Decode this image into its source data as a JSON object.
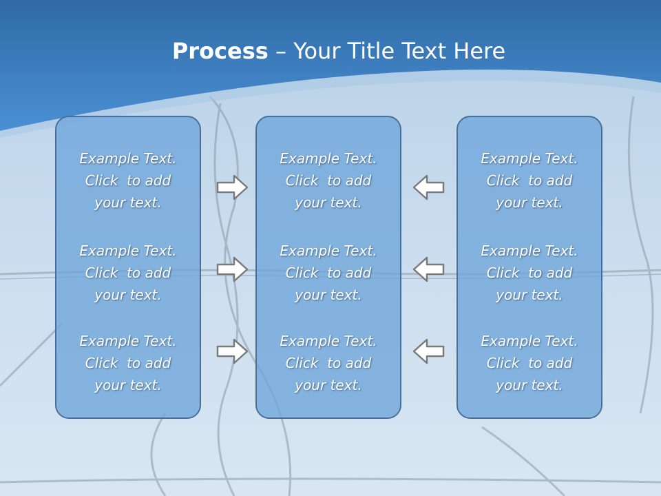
{
  "slide": {
    "title_bold": "Process",
    "title_rest": " – Your Title Text Here"
  },
  "panels": [
    {
      "blocks": [
        "Example Text.\nClick  to add\nyour text.",
        "Example Text.\nClick  to add\nyour text.",
        "Example Text.\nClick  to add\nyour text."
      ]
    },
    {
      "blocks": [
        "Example Text.\nClick  to add\nyour text.",
        "Example Text.\nClick  to add\nyour text.",
        "Example Text.\nClick  to add\nyour text."
      ]
    },
    {
      "blocks": [
        "Example Text.\nClick  to add\nyour text.",
        "Example Text.\nClick  to add\nyour text.",
        "Example Text.\nClick  to add\nyour text."
      ]
    }
  ],
  "arrows": {
    "left_column": [
      "right-arrow-icon",
      "right-arrow-icon",
      "right-arrow-icon"
    ],
    "right_column": [
      "left-arrow-icon",
      "left-arrow-icon",
      "left-arrow-icon"
    ]
  },
  "colors": {
    "header_blue": "#3f7fbf",
    "panel_fill": "#6ea5da",
    "panel_border": "#4a6f9a",
    "arrow_fill": "#ffffff",
    "arrow_stroke": "#7a7a7a"
  }
}
